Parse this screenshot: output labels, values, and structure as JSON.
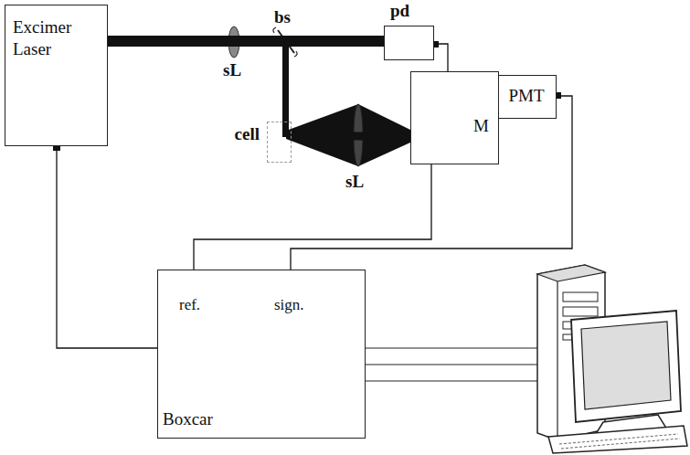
{
  "diagram": {
    "nodes": [
      {
        "text": [
          "Excimer Laser"
        ]
      },
      {
        "text": [
          "pd"
        ]
      },
      {
        "text": [
          "cell"
        ]
      },
      {
        "text": [
          "M"
        ]
      },
      {
        "text": [
          "PMT"
        ]
      },
      {
        "text": [
          "Boxcar"
        ]
      }
    ],
    "edges": [
      {
        "from": 0,
        "to": 1,
        "arrow": "none"
      },
      {
        "from": 2,
        "to": 3,
        "arrow": "none"
      },
      {
        "from": 1,
        "to": 3,
        "arrow": "none"
      },
      {
        "from": 3,
        "to": 5,
        "arrow": "none"
      },
      {
        "from": 4,
        "to": 5,
        "arrow": "none"
      },
      {
        "from": 0,
        "to": 5,
        "arrow": "none"
      }
    ],
    "labels": [
      "bs",
      "sL",
      "sL",
      "ref.",
      "sign."
    ]
  }
}
